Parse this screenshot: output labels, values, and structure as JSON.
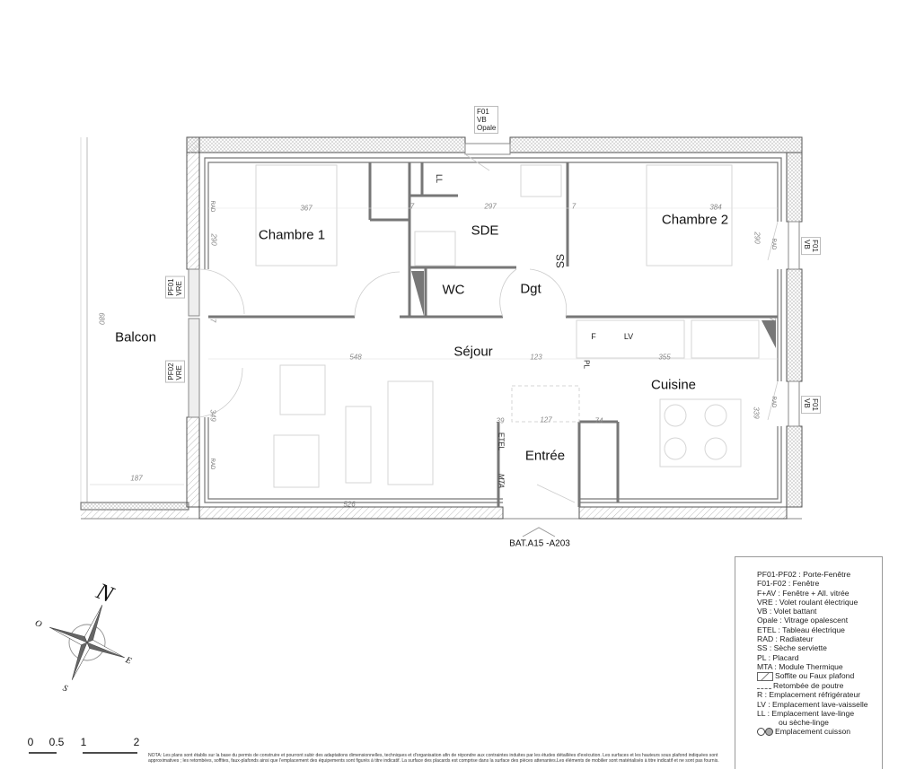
{
  "top_window_tag": {
    "lines": [
      "F01",
      "VB",
      "Opale"
    ]
  },
  "left_window_tags": [
    {
      "lines": [
        "PF01",
        "VRE"
      ]
    },
    {
      "lines": [
        "PF02",
        "VRE"
      ]
    }
  ],
  "right_window_tags": [
    {
      "lines": [
        "F01",
        "VB"
      ]
    },
    {
      "lines": [
        "F01",
        "VB"
      ]
    }
  ],
  "rooms": {
    "chambre1": "Chambre 1",
    "sde": "SDE",
    "chambre2": "Chambre 2",
    "wc": "WC",
    "dgt": "Dgt",
    "balcon": "Balcon",
    "sejour": "Séjour",
    "cuisine": "Cuisine",
    "entree": "Entrée"
  },
  "equipment": {
    "ll": "LL",
    "ss": "SS",
    "f": "F",
    "lv": "LV",
    "pl": "PL",
    "etel": "ETEL",
    "mta": "MTA",
    "rad": "RAD"
  },
  "dimensions": {
    "chambre1_width": "367",
    "sde_width": "297",
    "chambre2_width": "384",
    "wall_a": "7",
    "wall_b": "7",
    "wall_c": "7",
    "wall_d": "7",
    "chambre1_depth": "290",
    "chambre2_depth": "290",
    "balcon_length": "680",
    "sejour_width": "548",
    "pl_width": "123",
    "cuisine_width": "355",
    "sejour_depth": "349",
    "cuisine_depth": "339",
    "etel_width": "39",
    "entree_width": "127",
    "cuisine_recess": "74",
    "sejour_bottom": "526",
    "balcon_width": "187"
  },
  "unit_reference": "BAT.A15 -A203",
  "compass": {
    "n": "N",
    "e": "E",
    "s": "S",
    "o": "O"
  },
  "scale_bar": {
    "ticks": [
      "0",
      "0.5",
      "1",
      "2"
    ]
  },
  "legend": [
    "PF01-PF02 : Porte-Fenêtre",
    "F01-F02 : Fenêtre",
    "F+AV : Fenêtre + All. vitrée",
    "VRE : Volet roulant électrique",
    "VB : Volet battant",
    "Opale : Vitrage opalescent",
    "ETEL : Tableau électrique",
    "RAD : Radiateur",
    "SS : Sèche serviette",
    "PL : Placard",
    "MTA : Module Thermique",
    "Soffite ou Faux plafond",
    "Retombée de poutre",
    "R : Emplacement réfrigérateur",
    "LV : Emplacement lave-vaisselle",
    "LL : Emplacement lave-linge",
    "ou sèche-linge",
    "Emplacement cuisson"
  ],
  "note": "NOTA: Les plans sont établis sur la base du permis de construire et pourront subir des adaptations dimensionnelles, techniques et d'organisation afin de répondre aux contraintes induites par les études détaillées d'exécution. Les surfaces et les hauteurs sous plafond indiquées sont approximatives ; les retombées, soffites, faux-plafonds ainsi que l'emplacement des équipements sont figurés à titre indicatif. La surface des placards est comprise dans la surface des pièces attenantes.Les éléments de mobilier sont matérialisés à titre indicatif et ne sont pas fournis.",
  "colors": {
    "wall": "#555555",
    "hatch": "#cfcfcf",
    "furniture": "#d4d4d4",
    "text": "#111111"
  }
}
